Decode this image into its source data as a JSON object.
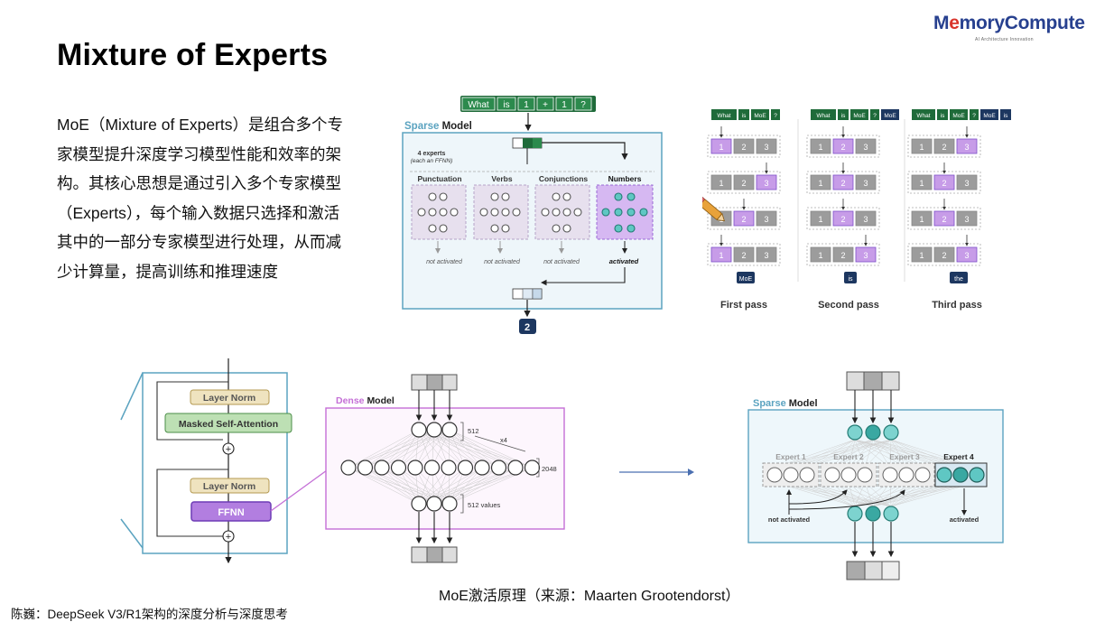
{
  "page": {
    "title": "Mixture of Experts",
    "logo": {
      "prefix": "M",
      "accent": "e",
      "rest": "moryCompute",
      "subtitle": "AI Architecture Innovation"
    },
    "description": "MoE（Mixture of Experts）是组合多个专家模型提升深度学习模型性能和效率的架构。其核心思想是通过引入多个专家模型（Experts），每个输入数据只选择和激活其中的一部分专家模型进行处理，从而减少计算量，提高训练和推理速度",
    "caption": "MoE激活原理（来源：Maarten Grootendorst）",
    "footer": "陈巍：DeepSeek V3/R1架构的深度分析与深度思考"
  },
  "sparse_top": {
    "tokens": [
      "What",
      "is",
      "1",
      "+",
      "1",
      "?"
    ],
    "title_colored": "Sparse",
    "title_rest": "Model",
    "experts_note": "4 experts",
    "experts_note2": "(each an FFNN)",
    "experts": [
      {
        "name": "Punctuation",
        "status": "not activated"
      },
      {
        "name": "Verbs",
        "status": "not activated"
      },
      {
        "name": "Conjunctions",
        "status": "not activated"
      },
      {
        "name": "Numbers",
        "status": "activated"
      }
    ],
    "output": "2"
  },
  "passes": [
    {
      "label": "First pass",
      "tokens": [
        "What",
        "is",
        "MoE",
        "?"
      ],
      "output": "MoE",
      "selected": [
        1,
        3,
        2,
        1
      ]
    },
    {
      "label": "Second pass",
      "tokens": [
        "What",
        "is",
        "MoE",
        "?",
        "MoE"
      ],
      "output": "is",
      "selected": [
        2,
        2,
        2,
        3
      ]
    },
    {
      "label": "Third pass",
      "tokens": [
        "What",
        "is",
        "MoE",
        "?",
        "MoE",
        "is"
      ],
      "output": "the",
      "selected": [
        3,
        2,
        2,
        3
      ]
    }
  ],
  "pass_numbers": [
    "1",
    "2",
    "3"
  ],
  "transformer": {
    "layer_norm": "Layer Norm",
    "attention": "Masked Self-Attention",
    "ffnn": "FFNN",
    "plus": "+"
  },
  "dense": {
    "title_colored": "Dense",
    "title_rest": "Model",
    "top_dim": "512",
    "repeat": "x4",
    "hidden_dim": "2048",
    "bottom_dim": "512 values"
  },
  "sparse_bottom": {
    "title_colored": "Sparse",
    "title_rest": "Model",
    "experts": [
      "Expert 1",
      "Expert 2",
      "Expert 3",
      "Expert 4"
    ],
    "not_activated": "not activated",
    "activated": "activated"
  },
  "colors": {
    "purple": "#b48be6",
    "purple_dark": "#7d4fc8",
    "teal": "#5fc7c3",
    "teal_dark": "#237b74",
    "green": "#1f6b3a",
    "navy": "#1d3760",
    "frame_blue": "#5ba3c0",
    "dense_pink": "#c46fd6"
  }
}
